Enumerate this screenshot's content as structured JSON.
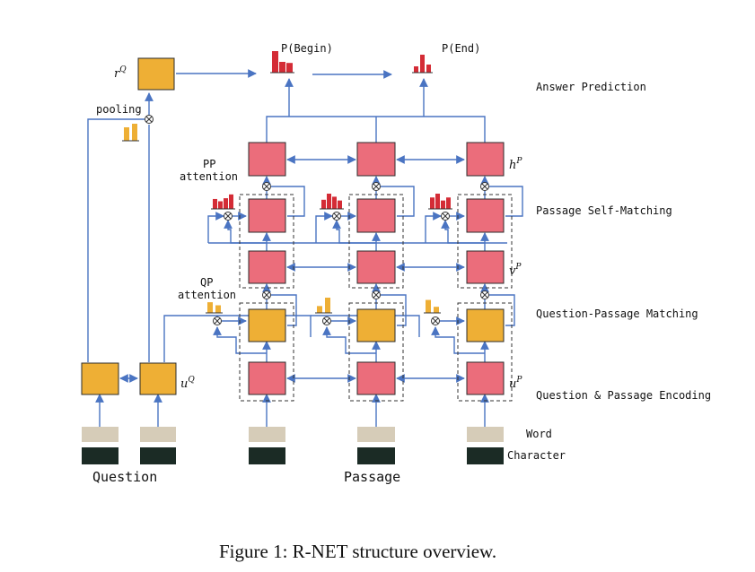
{
  "labels": {
    "p_begin": "P(Begin)",
    "p_end": "P(End)",
    "pooling": "pooling",
    "pp_attention_line1": "PP",
    "pp_attention_line2": "attention",
    "qp_attention_line1": "QP",
    "qp_attention_line2": "attention",
    "word": "Word",
    "character": "Character",
    "question": "Question",
    "passage": "Passage"
  },
  "math": {
    "rQ": {
      "base": "r",
      "sup": "Q"
    },
    "uQ": {
      "base": "u",
      "sup": "Q"
    },
    "uP": {
      "base": "u",
      "sup": "P"
    },
    "vP": {
      "base": "v",
      "sup": "P"
    },
    "hP": {
      "base": "h",
      "sup": "P"
    }
  },
  "layers": {
    "answer_prediction": "Answer Prediction",
    "self_matching": "Passage Self-Matching",
    "qp_matching": "Question-Passage Matching",
    "encoding": "Question & Passage Encoding"
  },
  "caption": "Figure 1: R-NET structure overview.",
  "colors": {
    "passage_cell": "#eb6d7b",
    "question_cell": "#eeaf35",
    "connector": "#4a74c2",
    "prob_bar": "#d42c36",
    "word_embedding": "#d6ccb8",
    "char_embedding": "#1b2b25"
  },
  "attention_bars": {
    "p_begin": [
      1.0,
      0.5,
      0.45
    ],
    "p_end": [
      0.35,
      1.0,
      0.45
    ],
    "pooling": [
      0.75,
      0.95
    ],
    "pp": [
      [
        0.65,
        0.5,
        0.7,
        0.95
      ],
      [
        0.6,
        1.0,
        0.8,
        0.55
      ],
      [
        0.75,
        1.0,
        0.55,
        0.75
      ]
    ],
    "qp": [
      [
        0.7,
        0.5
      ],
      [
        0.45,
        1.0
      ],
      [
        0.85,
        0.4
      ]
    ]
  }
}
